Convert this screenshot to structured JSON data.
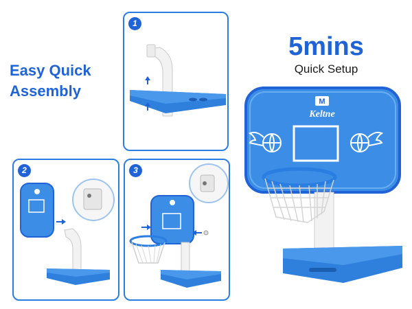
{
  "headline": {
    "line1": "Easy Quick",
    "line2": "Assembly"
  },
  "setup": {
    "time": "5mins",
    "label": "Quick Setup"
  },
  "steps": [
    {
      "number": "1"
    },
    {
      "number": "2"
    },
    {
      "number": "3"
    }
  ],
  "brand": {
    "name": "Keltne",
    "logo_letter": "M"
  },
  "colors": {
    "accent": "#1f63d6",
    "board": "#3b8de6",
    "border": "#2a7de1",
    "pole": "#f2f2f2",
    "rim": "#2a7de1"
  },
  "icons": [
    "arrow-up-icon",
    "arrow-right-icon",
    "basketball-wings-icon"
  ]
}
